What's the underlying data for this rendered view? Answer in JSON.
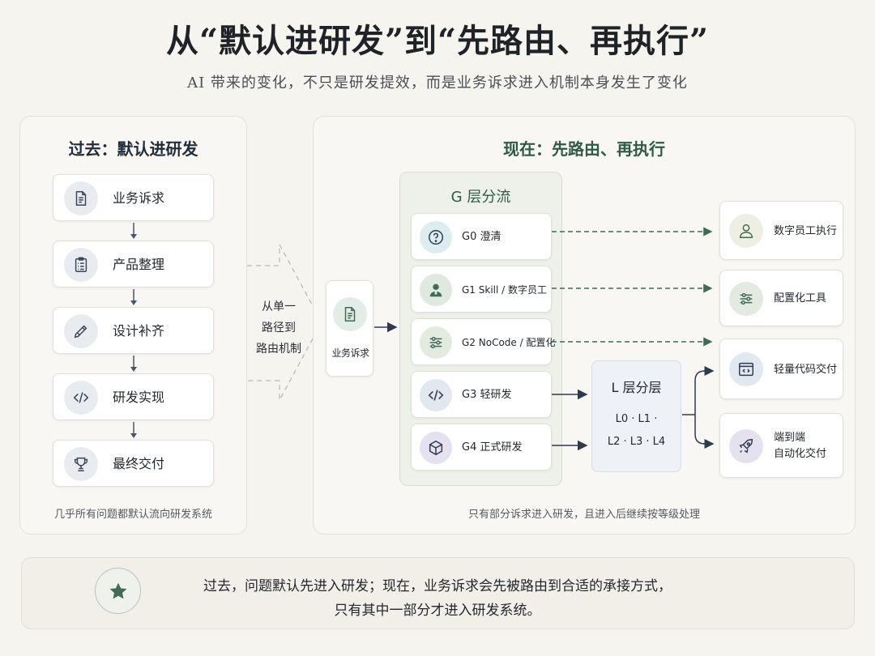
{
  "title": "从“默认进研发”到“先路由、再执行”",
  "subtitle": "AI 带来的变化，不只是研发提效，而是业务诉求进入机制本身发生了变化",
  "past": {
    "heading": "过去：默认进研发",
    "steps": [
      {
        "label": "业务诉求",
        "icon": "document-icon"
      },
      {
        "label": "产品整理",
        "icon": "clipboard-icon"
      },
      {
        "label": "设计补齐",
        "icon": "pen-icon"
      },
      {
        "label": "研发实现",
        "icon": "code-icon"
      },
      {
        "label": "最终交付",
        "icon": "trophy-icon"
      }
    ],
    "footnote": "几乎所有问题都默认流向研发系统"
  },
  "transition": {
    "line1": "从单一",
    "line2": "路径到",
    "line3": "路由机制"
  },
  "now": {
    "heading": "现在：先路由、再执行",
    "entry_label": "业务诉求",
    "g_layer_title": "G 层分流",
    "g_items": [
      {
        "label": "G0 澄清",
        "icon": "question-icon"
      },
      {
        "label": "G1 Skill / 数字员工",
        "icon": "person-icon"
      },
      {
        "label": "G2 NoCode / 配置化",
        "icon": "sliders-icon"
      },
      {
        "label": "G3 轻研发",
        "icon": "code-icon"
      },
      {
        "label": "G4 正式研发",
        "icon": "cube-icon"
      }
    ],
    "l_layer_title": "L 层分层",
    "l_layer_line1": "L0 · L1 ·",
    "l_layer_line2": "L2 · L3 · L4",
    "outputs": [
      {
        "label": "数字员工执行",
        "icon": "user-icon"
      },
      {
        "label": "配置化工具",
        "icon": "sliders-icon"
      },
      {
        "label": "轻量代码交付",
        "icon": "code-window-icon"
      },
      {
        "label_line1": "端到端",
        "label_line2": "自动化交付",
        "icon": "rocket-icon"
      }
    ],
    "footnote": "只有部分诉求进入研发，且进入后继续按等级处理"
  },
  "banner": {
    "line1": "过去，问题默认先进入研发；现在，业务诉求会先被路由到合适的承接方式，",
    "line2": "只有其中一部分才进入研发系统。",
    "icon": "star-icon"
  },
  "colors": {
    "accent_green": "#3f6b57",
    "navy": "#2e3a4f",
    "background": "#f6f4ef"
  }
}
